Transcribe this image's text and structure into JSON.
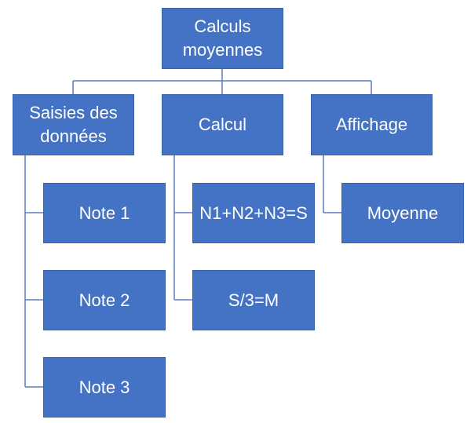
{
  "diagram": {
    "root": {
      "label": "Calculs\nmoyennes"
    },
    "branches": [
      {
        "label": "Saisies des\ndonnées",
        "children": [
          "Note 1",
          "Note 2",
          "Note 3"
        ]
      },
      {
        "label": "Calcul",
        "children": [
          "N1+N2+N3=S",
          "S/3=M"
        ]
      },
      {
        "label": "Affichage",
        "children": [
          "Moyenne"
        ]
      }
    ],
    "colors": {
      "box_fill": "#4472c4",
      "box_border": "#3b64ad",
      "text": "#ffffff",
      "connector": "#5b7bbd"
    }
  }
}
